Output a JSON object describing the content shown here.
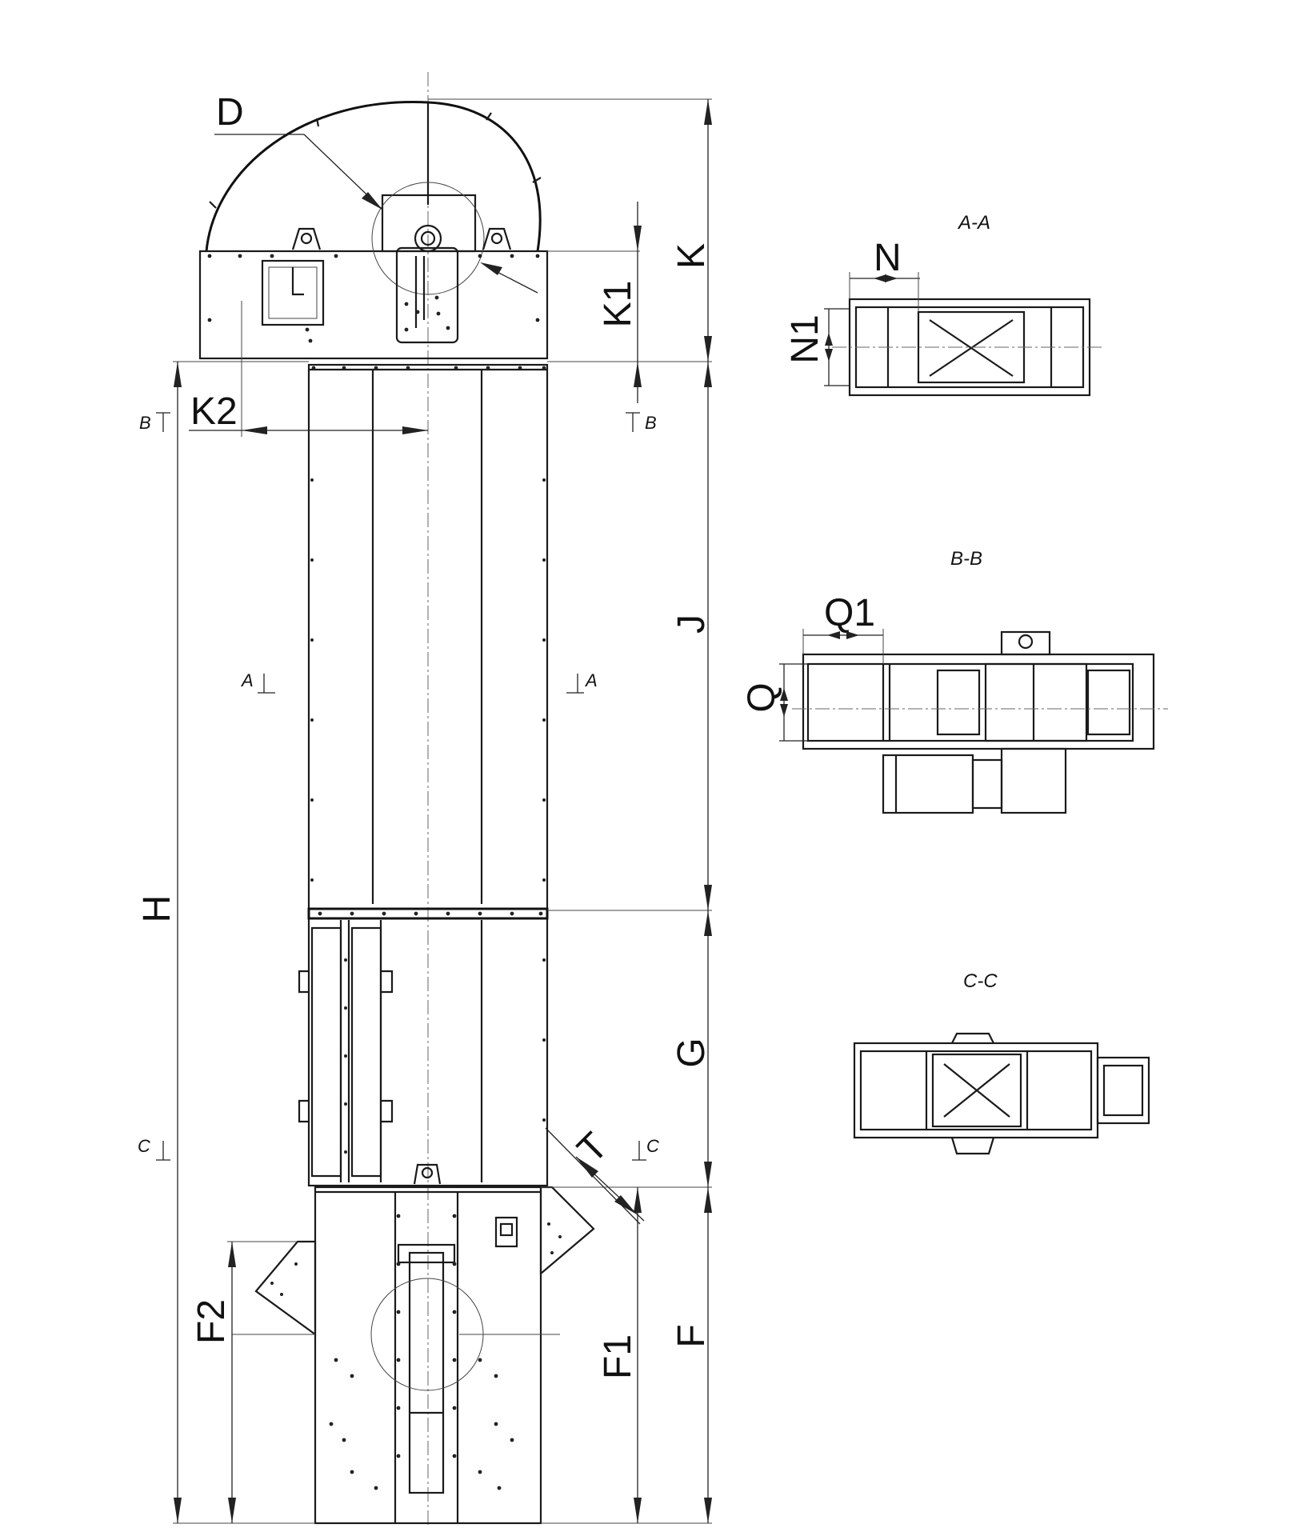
{
  "labels": {
    "D": "D",
    "K": "K",
    "K1": "K1",
    "K2": "K2",
    "H": "H",
    "J": "J",
    "G": "G",
    "F": "F",
    "F1": "F1",
    "F2": "F2",
    "T": "T",
    "N": "N",
    "N1": "N1",
    "Q": "Q",
    "Q1": "Q1"
  },
  "section_marks": {
    "A": "A",
    "B": "B",
    "C": "C"
  },
  "section_titles": {
    "aa": "A-A",
    "bb": "B-B",
    "cc": "C-C"
  },
  "colors": {
    "line": "#1a1a1a",
    "background": "#ffffff"
  }
}
